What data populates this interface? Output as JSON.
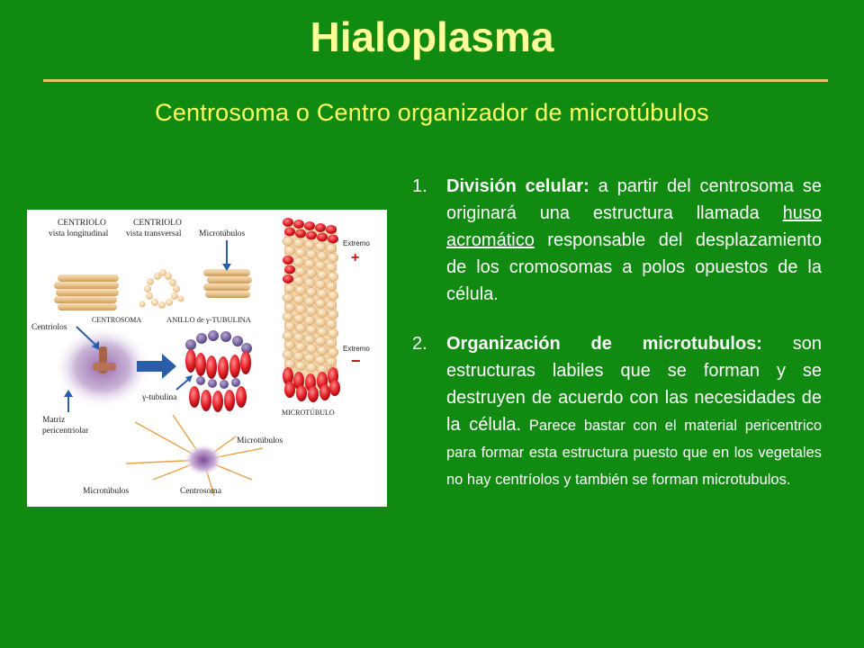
{
  "title": "Hialoplasma",
  "subtitle": "Centrosoma o Centro organizador de microtúbulos",
  "items": [
    {
      "number": "1.",
      "heading": "División celular:",
      "text_a": " a partir del centrosoma se originará una estructura llamada ",
      "underlined": "huso acromático",
      "text_b": " responsable del desplazamiento de los cromosomas a polos opuestos de la célula."
    },
    {
      "number": "2.",
      "heading": "Organización de microtubulos:",
      "text_a": " son estructuras labiles que se forman y se destruyen de acuerdo con las necesidades de la célula.",
      "text_small": " Parece bastar con el material pericentrico para formar esta estructura puesto que en los vegetales no hay centríolos y también se forman microtubulos."
    }
  ],
  "figure": {
    "centriolo_long_1": "CENTRIOLO",
    "centriolo_long_2": "vista longitudinal",
    "centriolo_trans_1": "CENTRIOLO",
    "centriolo_trans_2": "vista transversal",
    "microtubulos_top": "Microtúbulos",
    "extremo_plus": "Extremo",
    "plus_sign": "+",
    "centriolos": "Centriolos",
    "centrosoma_caps": "CENTROSOMA",
    "anillo": "ANILLO de γ-TUBULINA",
    "extremo_minus": "Extremo",
    "minus_sign": "−",
    "gamma_tubulina": "γ-tubulina",
    "matriz_1": "Matriz",
    "matriz_2": "pericentriolar",
    "microtubulo_caps": "MICROTÚBULO",
    "microtubulos_right": "Microtúbulos",
    "microtubulos_left": "Microtúbulos",
    "centrosoma": "Centrosoma"
  }
}
